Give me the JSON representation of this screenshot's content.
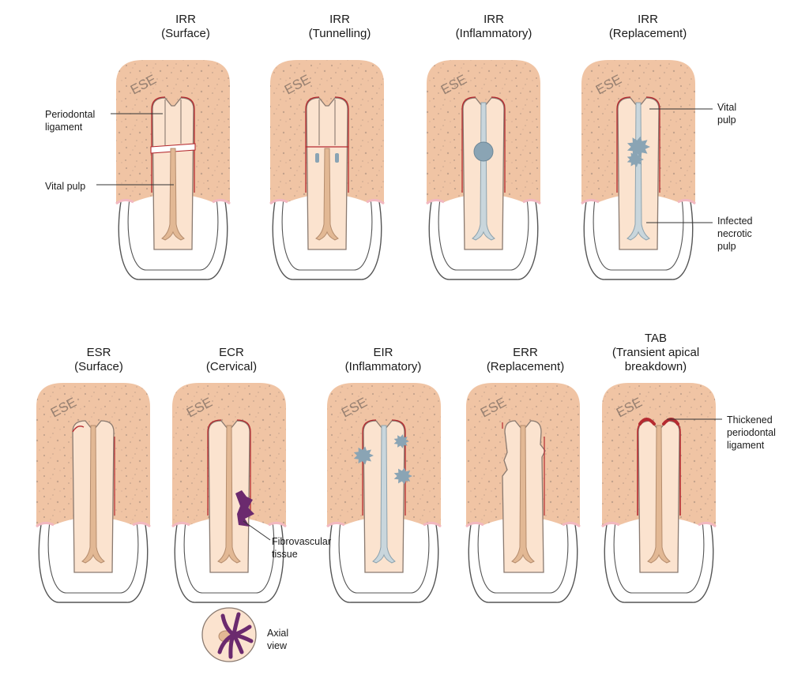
{
  "panels": [
    {
      "id": "irr-surface",
      "title": "IRR",
      "subtitle": "(Surface)",
      "variant": "irr-surface"
    },
    {
      "id": "irr-tunnelling",
      "title": "IRR",
      "subtitle": "(Tunnelling)",
      "variant": "irr-tunnelling"
    },
    {
      "id": "irr-inflammatory",
      "title": "IRR",
      "subtitle": "(Inflammatory)",
      "variant": "irr-inflammatory"
    },
    {
      "id": "irr-replacement",
      "title": "IRR",
      "subtitle": "(Replacement)",
      "variant": "irr-replacement"
    },
    {
      "id": "esr-surface",
      "title": "ESR",
      "subtitle": "(Surface)",
      "variant": "esr"
    },
    {
      "id": "ecr-cervical",
      "title": "ECR",
      "subtitle": "(Cervical)",
      "variant": "ecr"
    },
    {
      "id": "eir-inflammatory",
      "title": "EIR",
      "subtitle": "(Inflammatory)",
      "variant": "eir"
    },
    {
      "id": "err-replacement",
      "title": "ERR",
      "subtitle": "(Replacement)",
      "variant": "err"
    },
    {
      "id": "tab",
      "title": "TAB",
      "subtitle": "(Transient apical",
      "subtitle2": "breakdown)",
      "variant": "tab"
    }
  ],
  "ese_label": "ESE",
  "labels": {
    "periodontal_ligament": [
      "Periodontal",
      "ligament"
    ],
    "vital_pulp_left": "Vital pulp",
    "vital_pulp_right": [
      "Vital",
      "pulp"
    ],
    "infected_pulp": [
      "Infected",
      "necrotic",
      "pulp"
    ],
    "thickened_pdl": [
      "Thickened",
      "periodontal",
      "ligament"
    ],
    "fibrovascular": [
      "Fibrovascular",
      "tissue"
    ],
    "axial_view": [
      "Axial",
      "view"
    ]
  },
  "colors": {
    "bone": "#f0c4a4",
    "bone_speckle": "#b89a86",
    "gum_edge": "#f2b8c0",
    "tooth_fill": "#fbe3cf",
    "root_outline": "#8a7a70",
    "pdl_red": "#b52a30",
    "pulp": "#e2b894",
    "infected_pulp": "#c9d6dc",
    "lesion": "#8aa4b4",
    "fibrovascular": "#6b2a6e",
    "crown_outline": "#555555"
  }
}
